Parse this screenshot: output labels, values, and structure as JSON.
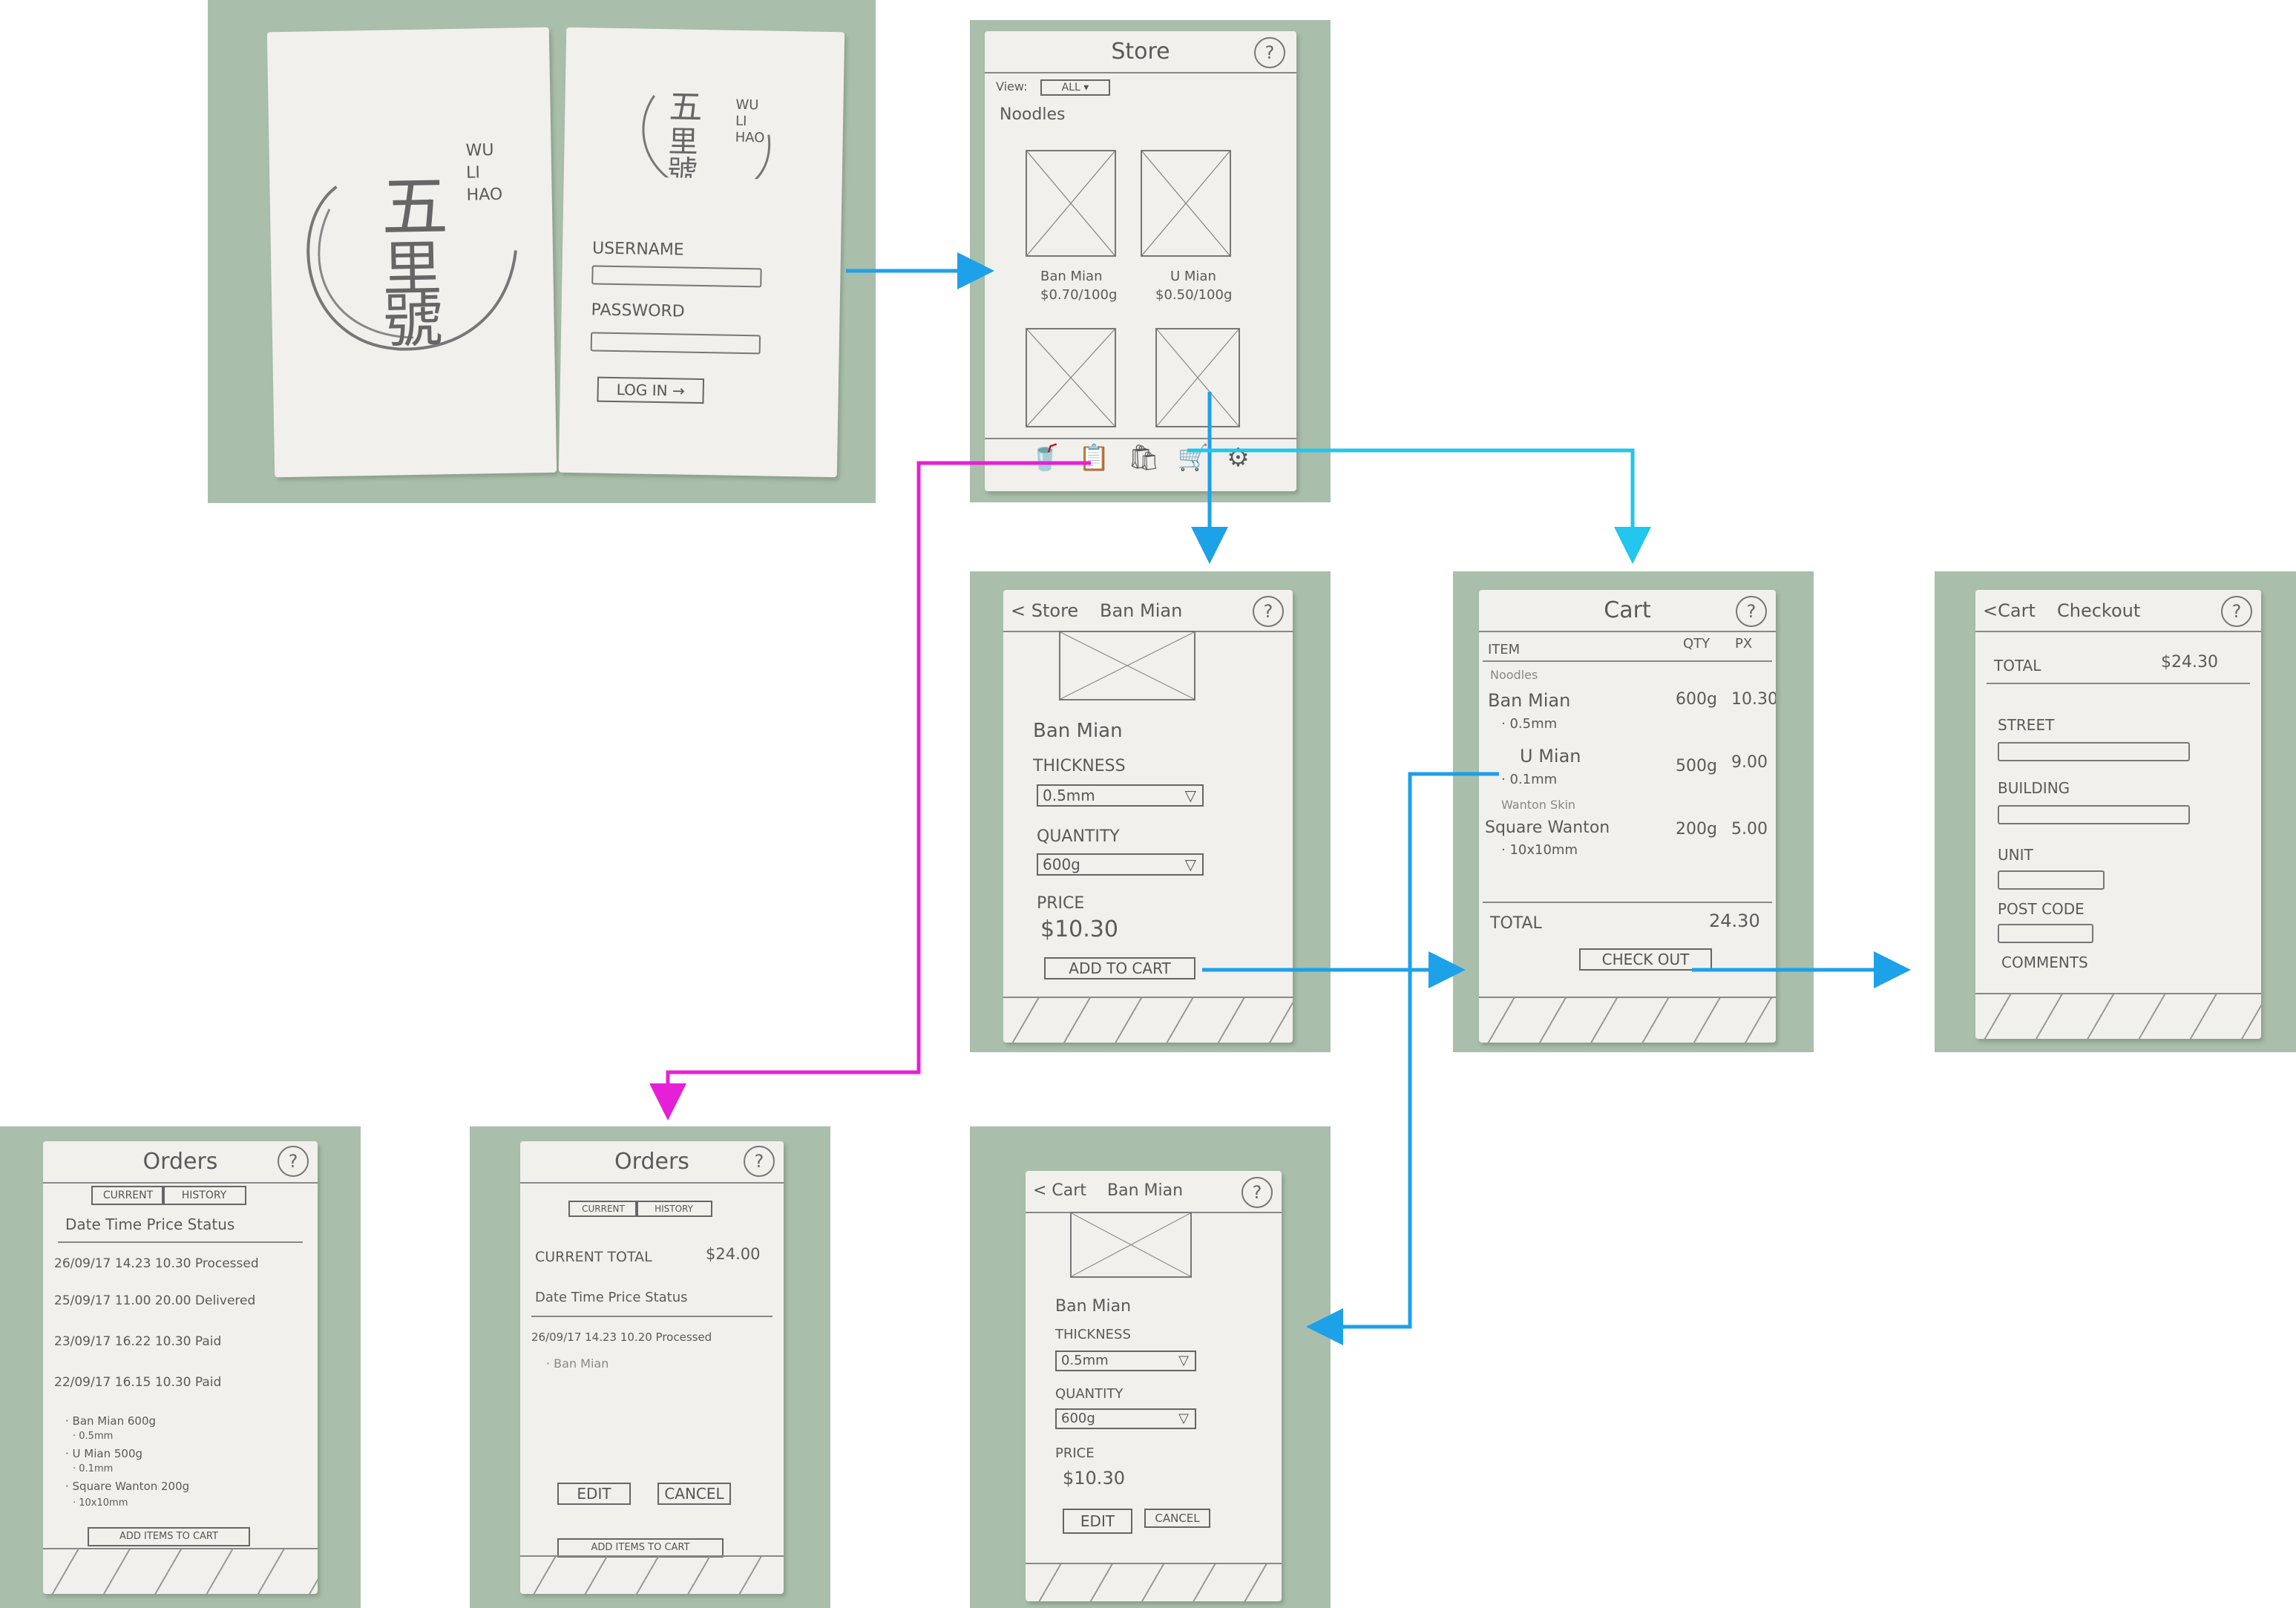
{
  "splash": {
    "brand": "WU\nLI\nHAO"
  },
  "login": {
    "brand": "WU\nLI\nHAO",
    "username_label": "USERNAME",
    "password_label": "PASSWORD",
    "login_button": "LOG IN →"
  },
  "store": {
    "title": "Store",
    "help": "?",
    "view_label": "View:",
    "view_value": "ALL",
    "section": "Noodles",
    "products": [
      {
        "name": "Ban Mian",
        "price": "$0.70/100g"
      },
      {
        "name": "U Mian",
        "price": "$0.50/100g"
      }
    ]
  },
  "product": {
    "back": "< Store",
    "title": "Ban Mian",
    "help": "?",
    "name": "Ban Mian",
    "thickness_label": "THICKNESS",
    "thickness_value": "0.5mm",
    "quantity_label": "QUANTITY",
    "quantity_value": "600g",
    "price_label": "PRICE",
    "price_value": "$10.30",
    "add_button": "ADD TO CART"
  },
  "cart": {
    "title": "Cart",
    "help": "?",
    "col_item": "ITEM",
    "col_qty": "QTY",
    "col_px": "PX",
    "cat_noodles": "Noodles",
    "rows": [
      {
        "name": "Ban Mian",
        "detail": "· 0.5mm",
        "qty": "600g",
        "px": "10.30"
      },
      {
        "name": "U Mian",
        "detail": "· 0.1mm",
        "qty": "500g",
        "px": "9.00"
      },
      {
        "name": "Square Wanton",
        "detail": "· 10x10mm",
        "qty": "200g",
        "px": "5.00"
      }
    ],
    "cat_wanton": "Wanton Skin",
    "total_label": "TOTAL",
    "total_value": "24.30",
    "checkout_button": "CHECK OUT"
  },
  "checkout": {
    "back": "<Cart",
    "title": "Checkout",
    "help": "?",
    "total_label": "TOTAL",
    "total_value": "$24.30",
    "street": "STREET",
    "building": "BUILDING",
    "unit": "UNIT",
    "postcode": "POST CODE",
    "comments": "COMMENTS"
  },
  "orders_history": {
    "title": "Orders",
    "help": "?",
    "tab_current": "CURRENT",
    "tab_history": "HISTORY",
    "headers": "Date  Time  Price  Status",
    "rows": [
      "26/09/17  14.23  10.30  Processed",
      "25/09/17  11.00  20.00  Delivered",
      "23/09/17  16.22  10.30  Paid",
      "22/09/17  16.15  10.30  Paid"
    ],
    "items": [
      "· Ban Mian   600g",
      "  · 0.5mm",
      "· U Mian   500g",
      "  · 0.1mm",
      "· Square Wanton  200g",
      "  · 10x10mm"
    ],
    "add_button": "ADD ITEMS TO CART"
  },
  "orders_current": {
    "title": "Orders",
    "help": "?",
    "tab_current": "CURRENT",
    "tab_history": "HISTORY",
    "current_total_label": "CURRENT TOTAL",
    "current_total_value": "$24.00",
    "headers": "Date  Time  Price  Status",
    "row": "26/09/17  14.23  10.20  Processed",
    "item": "· Ban Mian",
    "edit": "EDIT",
    "cancel": "CANCEL",
    "add_button": "ADD ITEMS TO CART"
  },
  "cart_edit": {
    "back": "< Cart",
    "title": "Ban Mian",
    "help": "?",
    "name": "Ban Mian",
    "thickness_label": "THICKNESS",
    "thickness_value": "0.5mm",
    "quantity_label": "QUANTITY",
    "quantity_value": "600g",
    "price_label": "PRICE",
    "price_value": "$10.30",
    "edit": "EDIT",
    "cancel": "CANCEL"
  },
  "arrow_colors": {
    "blue": "#1da1e8",
    "cyan": "#22c6ee",
    "magenta": "#e620d6"
  }
}
